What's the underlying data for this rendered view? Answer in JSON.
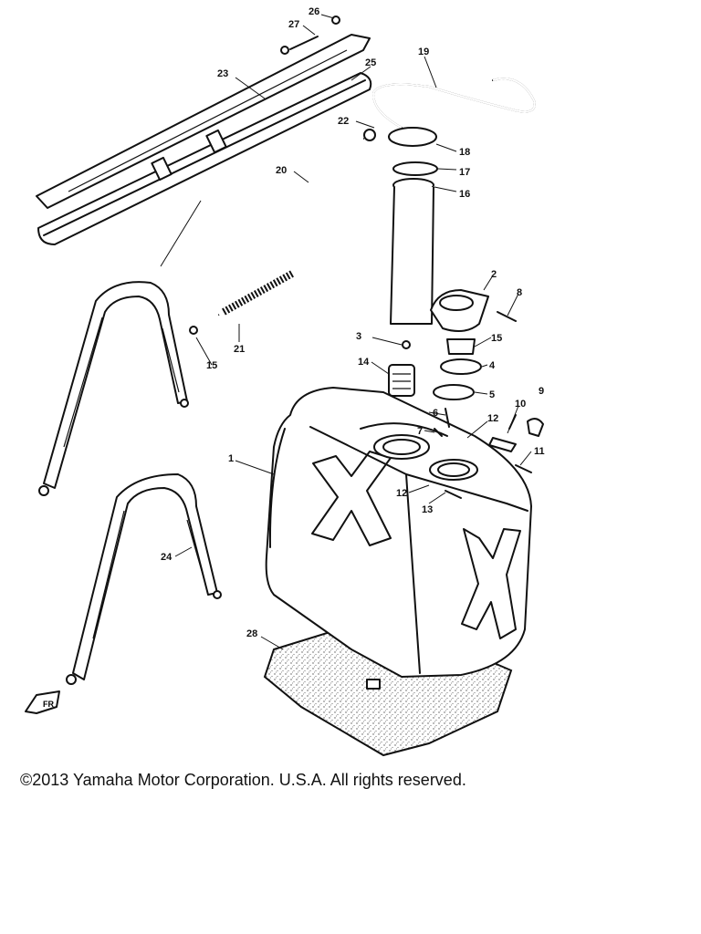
{
  "copyright": "©2013 Yamaha Motor Corporation. U.S.A. All rights reserved.",
  "callouts": [
    "26",
    "27",
    "23",
    "25",
    "19",
    "22",
    "18",
    "17",
    "16",
    "20",
    "2",
    "8",
    "21",
    "15",
    "3",
    "15",
    "14",
    "4",
    "5",
    "6",
    "7",
    "12",
    "10",
    "9",
    "1",
    "11",
    "12",
    "13",
    "24",
    "28"
  ],
  "front_marker": "FR"
}
